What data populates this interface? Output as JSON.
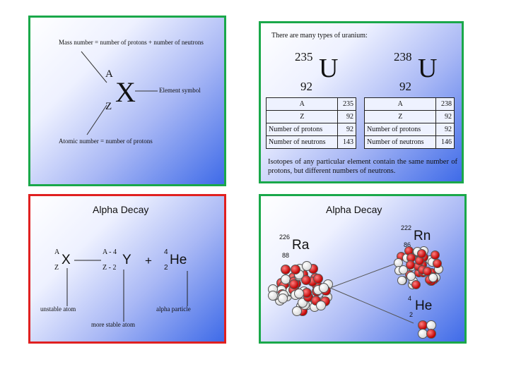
{
  "panel1": {
    "mass_number_eq": "Mass number = number of protons + number of neutrons",
    "a_symbol": "A",
    "x_symbol": "X",
    "z_symbol": "Z",
    "element_symbol_label": "Element symbol",
    "atomic_number_eq": "Atomic number = number of protons"
  },
  "panel2": {
    "intro": "There are many types of uranium:",
    "isotopes": [
      {
        "mass": "235",
        "atomic": "92",
        "symbol": "U"
      },
      {
        "mass": "238",
        "atomic": "92",
        "symbol": "U"
      }
    ],
    "tables": [
      {
        "rows": [
          [
            "A",
            "235"
          ],
          [
            "Z",
            "92"
          ],
          [
            "Number of protons",
            "92"
          ],
          [
            "Number of neutrons",
            "143"
          ]
        ]
      },
      {
        "rows": [
          [
            "A",
            "238"
          ],
          [
            "Z",
            "92"
          ],
          [
            "Number of protons",
            "92"
          ],
          [
            "Number of neutrons",
            "146"
          ]
        ]
      }
    ],
    "caption": "Isotopes of any particular element contain the same number of protons, but different numbers of neutrons."
  },
  "panel3": {
    "title": "Alpha Decay",
    "x_mass": "A",
    "x_atomic": "Z",
    "x_symbol": "X",
    "y_mass": "A - 4",
    "y_atomic": "Z - 2",
    "y_symbol": "Y",
    "plus": "+",
    "he_mass": "4",
    "he_atomic": "2",
    "he_symbol": "He",
    "unstable_label": "unstable atom",
    "alpha_label": "alpha particle",
    "stable_label": "more stable atom"
  },
  "panel4": {
    "title": "Alpha Decay",
    "ra_mass": "226",
    "ra_atomic": "88",
    "ra_symbol": "Ra",
    "rn_mass": "222",
    "rn_atomic": "86",
    "rn_symbol": "Rn",
    "he_mass": "4",
    "he_atomic": "2",
    "he_symbol": "He"
  },
  "colors": {
    "green_border": "#1aa84a",
    "red_border": "#e02020",
    "proton": "#c00000",
    "neutron": "#ffffff"
  }
}
